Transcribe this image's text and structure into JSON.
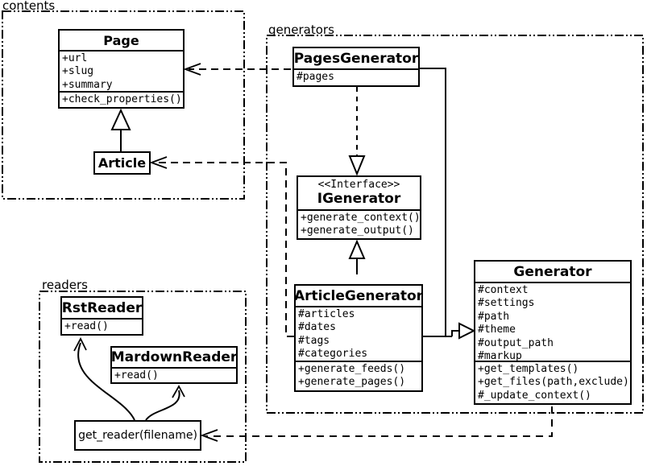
{
  "diagram": {
    "background_color": "#ffffff",
    "line_color": "#000000",
    "packages": {
      "contents": {
        "label": "contents"
      },
      "generators": {
        "label": "generators"
      },
      "readers": {
        "label": "readers"
      }
    },
    "classes": {
      "page": {
        "title": "Page",
        "attributes": [
          "+url",
          "+slug",
          "+summary"
        ],
        "methods": [
          "+check_properties()"
        ]
      },
      "article": {
        "title": "Article"
      },
      "pages_generator": {
        "title": "PagesGenerator",
        "attributes": [
          "#pages"
        ]
      },
      "igenerator": {
        "stereotype": "<<Interface>>",
        "title": "IGenerator",
        "methods": [
          "+generate_context()",
          "+generate_output()"
        ]
      },
      "article_generator": {
        "title": "ArticleGenerator",
        "attributes": [
          "#articles",
          "#dates",
          "#tags",
          "#categories"
        ],
        "methods": [
          "+generate_feeds()",
          "+generate_pages()"
        ]
      },
      "generator": {
        "title": "Generator",
        "attributes": [
          "#context",
          "#settings",
          "#path",
          "#theme",
          "#output_path",
          "#markup"
        ],
        "methods": [
          "+get_templates()",
          "+get_files(path,exclude)",
          "#_update_context()"
        ]
      },
      "rst_reader": {
        "title": "RstReader",
        "methods": [
          "+read()"
        ]
      },
      "markdown_reader": {
        "title": "MardownReader",
        "methods": [
          "+read()"
        ]
      },
      "get_reader": {
        "label": "get_reader(filename)"
      }
    }
  }
}
